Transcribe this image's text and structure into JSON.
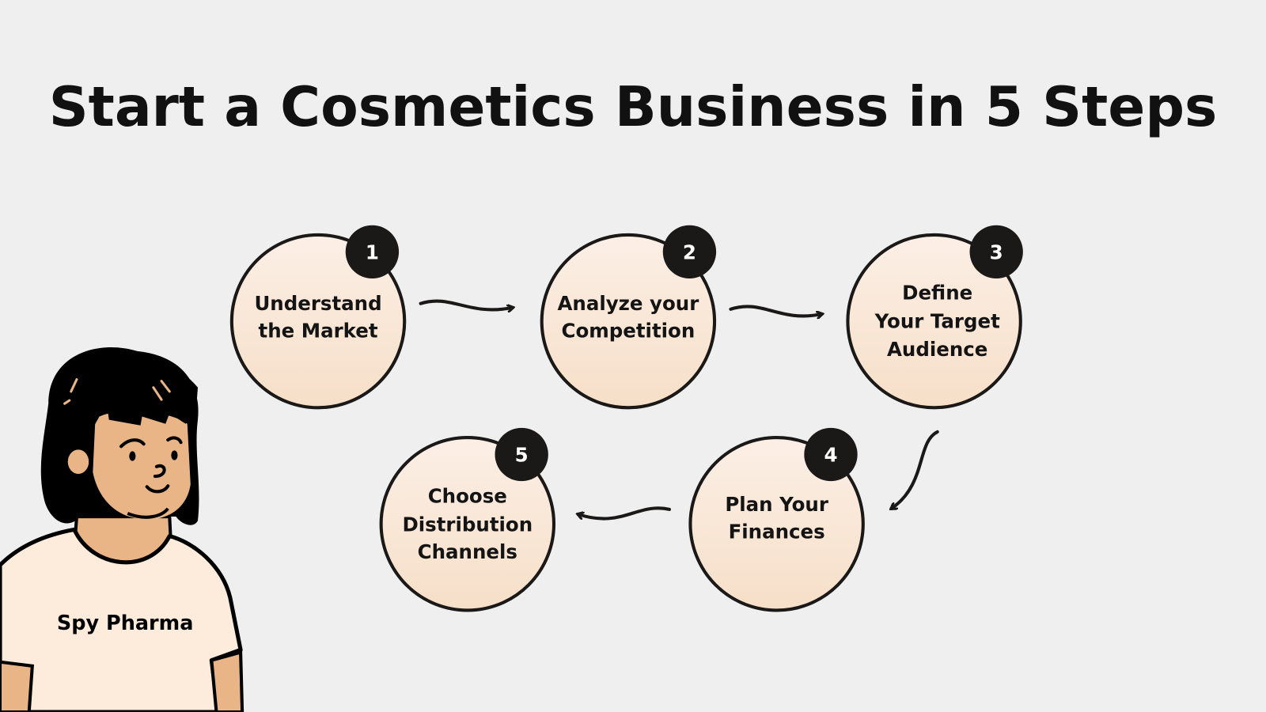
{
  "title": "Start a Cosmetics Business in 5 Steps",
  "steps": [
    {
      "number": "1",
      "lines": [
        "Understand",
        "the Market"
      ]
    },
    {
      "number": "2",
      "lines": [
        "Analyze your",
        "Competition"
      ]
    },
    {
      "number": "3",
      "lines": [
        "Define",
        "Your Target",
        "Audience"
      ]
    },
    {
      "number": "4",
      "lines": [
        "Plan Your",
        "Finances"
      ]
    },
    {
      "number": "5",
      "lines": [
        "Choose",
        "Distribution",
        "Channels"
      ]
    }
  ],
  "character": {
    "shirt_text": "Spy Pharma"
  },
  "colors": {
    "background": "#efefef",
    "circle_top": "#fcefe6",
    "circle_bottom": "#f6dfc8",
    "badge": "#1b1818",
    "skin": "#e9b587",
    "shirt": "#fdebdc"
  }
}
